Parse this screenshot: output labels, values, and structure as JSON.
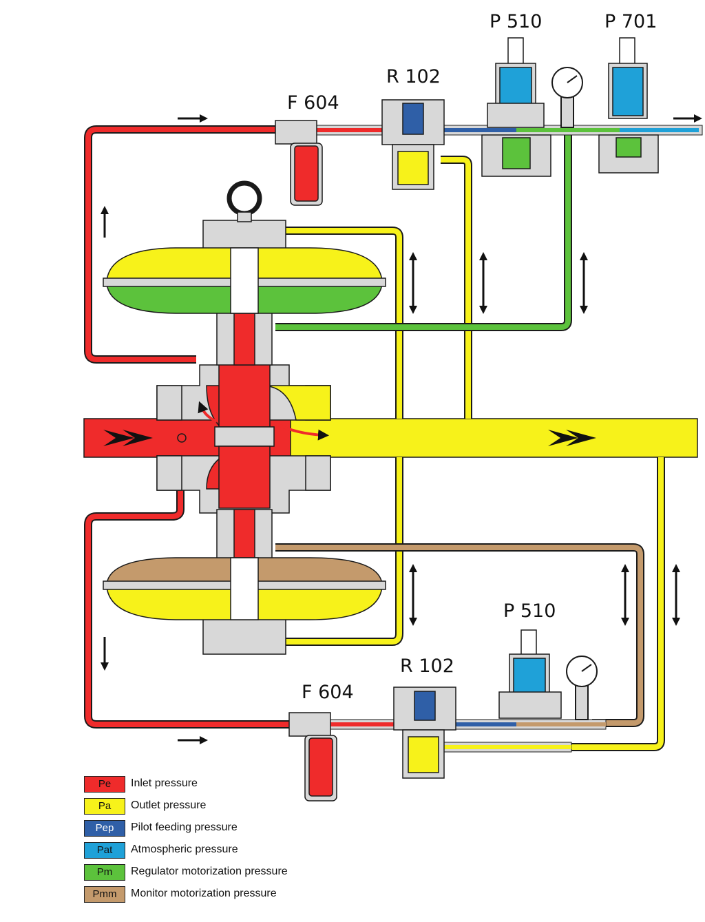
{
  "colors": {
    "inlet": "#ef2b2b",
    "outlet": "#f7f21a",
    "pilot_feed": "#2f5fa7",
    "atmospheric": "#1fa1d8",
    "regulator_motor": "#5cc23c",
    "monitor_motor": "#c49a6c",
    "body": "#d8d8d8",
    "outline": "#1a1a1a"
  },
  "components": {
    "top_p510": "P 510",
    "top_p701": "P 701",
    "top_r102": "R 102",
    "top_f604": "F 604",
    "bottom_p510": "P 510",
    "bottom_r102": "R 102",
    "bottom_f604": "F 604"
  },
  "legend": [
    {
      "code": "Pe",
      "label": "Inlet pressure",
      "color": "#ef2b2b",
      "text_color": "#111111"
    },
    {
      "code": "Pa",
      "label": "Outlet pressure",
      "color": "#f7f21a",
      "text_color": "#111111"
    },
    {
      "code": "Pep",
      "label": "Pilot feeding pressure",
      "color": "#2f5fa7",
      "text_color": "#ffffff"
    },
    {
      "code": "Pat",
      "label": "Atmospheric pressure",
      "color": "#1fa1d8",
      "text_color": "#111111"
    },
    {
      "code": "Pm",
      "label": "Regulator motorization pressure",
      "color": "#5cc23c",
      "text_color": "#111111"
    },
    {
      "code": "Pmm",
      "label": "Monitor motorization pressure",
      "color": "#c49a6c",
      "text_color": "#111111"
    }
  ]
}
